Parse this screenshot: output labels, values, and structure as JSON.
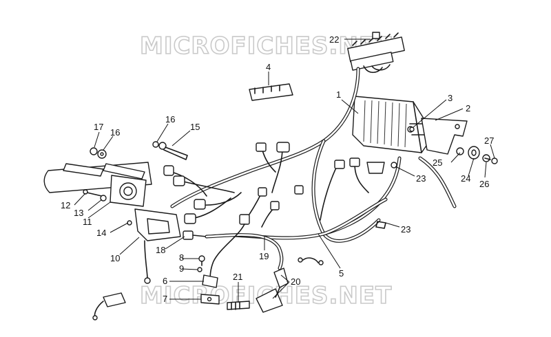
{
  "watermarks": [
    "MICROFICHES.NET",
    "MICROFICHES.NET"
  ],
  "callouts": [
    {
      "id": "c1",
      "text": "1"
    },
    {
      "id": "c2",
      "text": "2"
    },
    {
      "id": "c3",
      "text": "3"
    },
    {
      "id": "c4",
      "text": "4"
    },
    {
      "id": "c5",
      "text": "5"
    },
    {
      "id": "c6",
      "text": "6"
    },
    {
      "id": "c7",
      "text": "7"
    },
    {
      "id": "c8",
      "text": "8"
    },
    {
      "id": "c9",
      "text": "9"
    },
    {
      "id": "c10",
      "text": "10"
    },
    {
      "id": "c11",
      "text": "11"
    },
    {
      "id": "c12",
      "text": "12"
    },
    {
      "id": "c13",
      "text": "13"
    },
    {
      "id": "c14",
      "text": "14"
    },
    {
      "id": "c15",
      "text": "15"
    },
    {
      "id": "c16a",
      "text": "16"
    },
    {
      "id": "c16b",
      "text": "16"
    },
    {
      "id": "c17",
      "text": "17"
    },
    {
      "id": "c18",
      "text": "18"
    },
    {
      "id": "c19",
      "text": "19"
    },
    {
      "id": "c20",
      "text": "20"
    },
    {
      "id": "c21",
      "text": "21"
    },
    {
      "id": "c22",
      "text": "22"
    },
    {
      "id": "c23a",
      "text": "23"
    },
    {
      "id": "c23b",
      "text": "23"
    },
    {
      "id": "c24",
      "text": "24"
    },
    {
      "id": "c25",
      "text": "25"
    },
    {
      "id": "c26",
      "text": "26"
    },
    {
      "id": "c27",
      "text": "27"
    }
  ]
}
